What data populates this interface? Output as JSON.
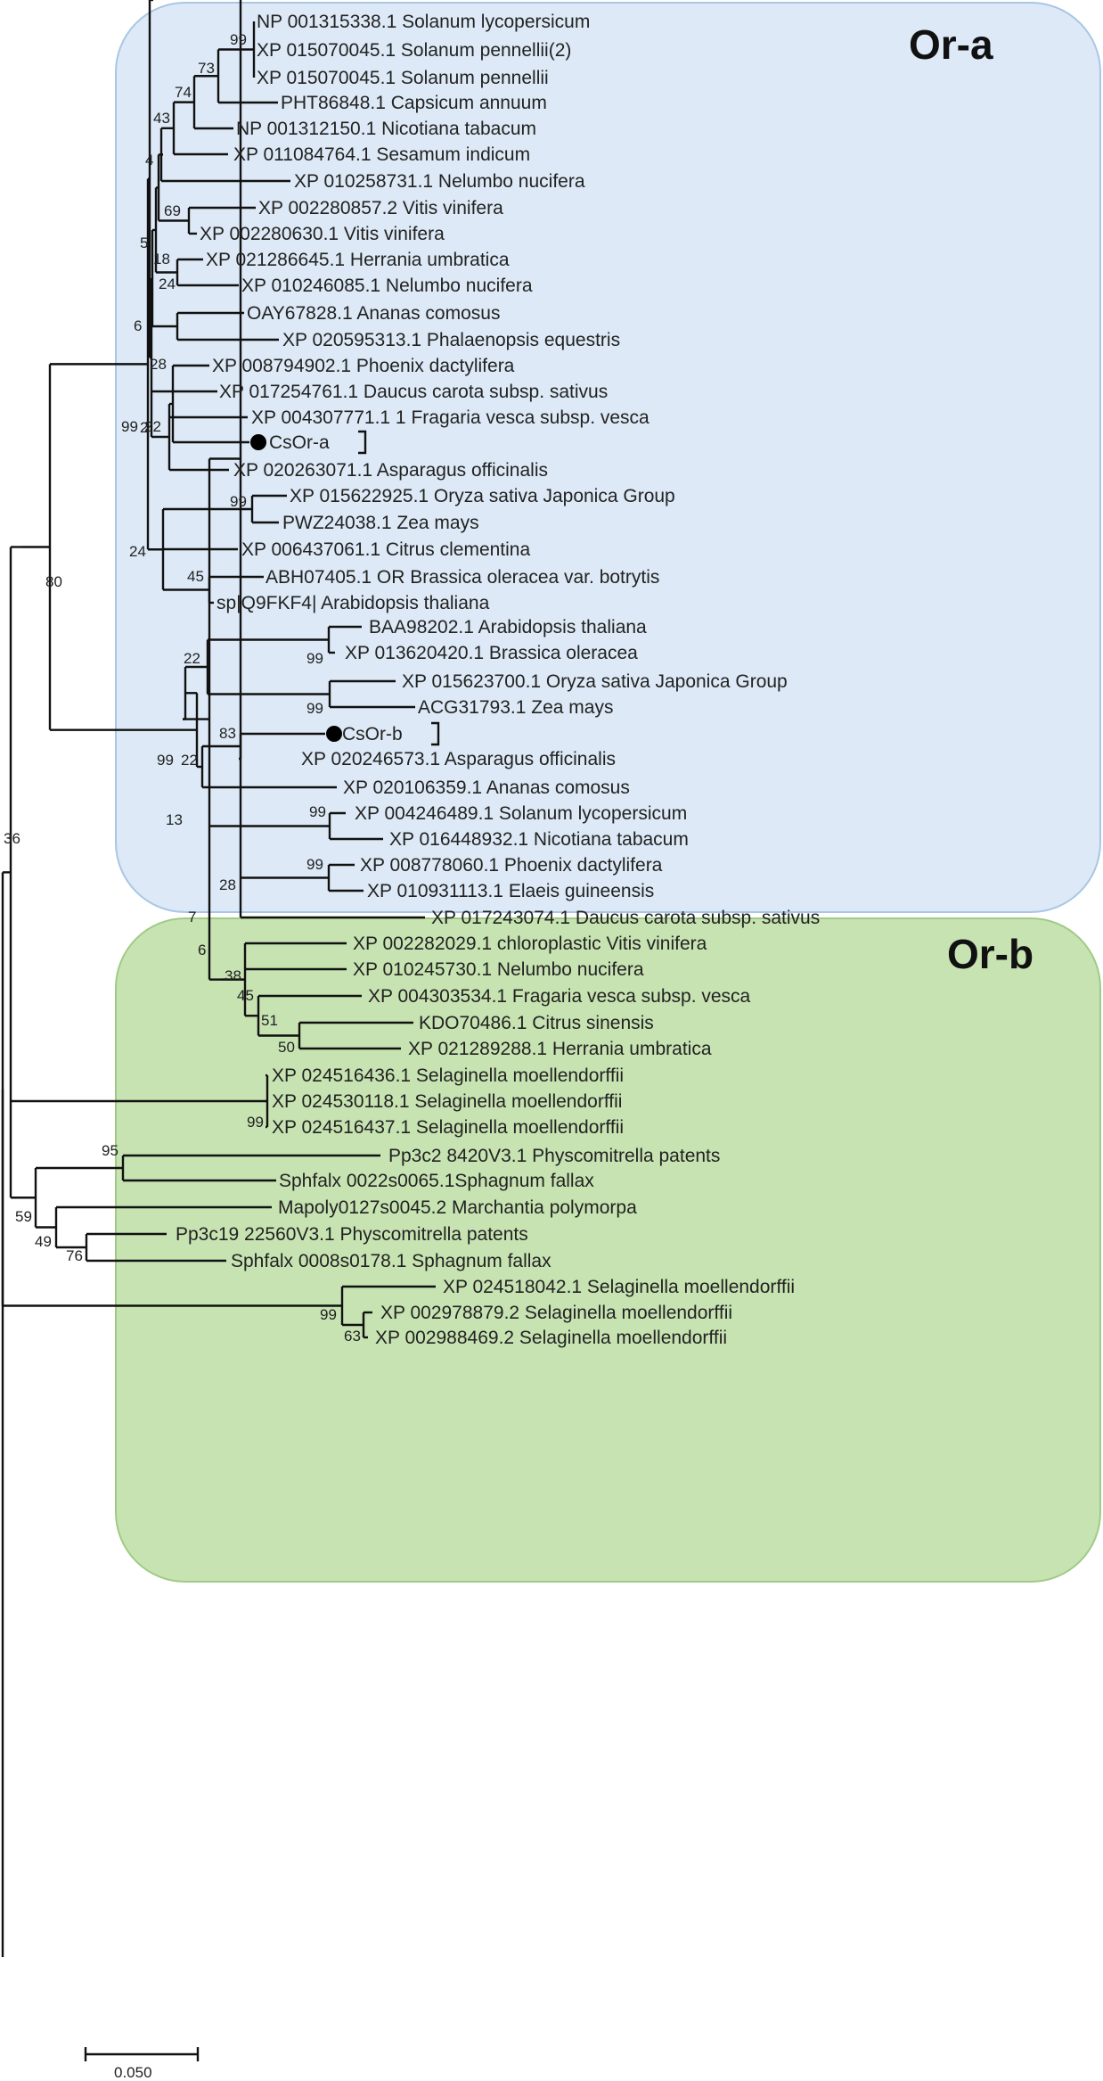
{
  "clades": {
    "or_a": {
      "label": "Or-a",
      "fill": "#dde9f6",
      "stroke": "#a9c6e4"
    },
    "or_b": {
      "label": "Or-b",
      "fill": "#c7e3b2",
      "stroke": "#9fcb86"
    }
  },
  "scale_bar": {
    "label": "0.050"
  },
  "nodes": [
    {
      "id": "L1",
      "label": "NP 001315338.1 Solanum lycopersicum"
    },
    {
      "id": "L2",
      "label": "XP 015070045.1 Solanum pennellii(2)"
    },
    {
      "id": "L3",
      "label": "XP 015070045.1 Solanum pennellii"
    },
    {
      "id": "L4",
      "label": "PHT86848.1 Capsicum annuum"
    },
    {
      "id": "L5",
      "label": "NP 001312150.1 Nicotiana tabacum"
    },
    {
      "id": "L6",
      "label": "XP 011084764.1 Sesamum indicum"
    },
    {
      "id": "L7",
      "label": "XP 010258731.1 Nelumbo nucifera"
    },
    {
      "id": "L8",
      "label": "XP 002280857.2 Vitis vinifera"
    },
    {
      "id": "L9",
      "label": "XP 002280630.1 Vitis vinifera"
    },
    {
      "id": "L10",
      "label": "XP 021286645.1 Herrania umbratica"
    },
    {
      "id": "L11",
      "label": "XP 010246085.1 Nelumbo nucifera"
    },
    {
      "id": "L12",
      "label": "OAY67828.1 Ananas comosus"
    },
    {
      "id": "L13",
      "label": "XP 020595313.1 Phalaenopsis equestris"
    },
    {
      "id": "L14",
      "label": "XP 008794902.1 Phoenix dactylifera"
    },
    {
      "id": "L15",
      "label": "XP 017254761.1 Daucus carota subsp. sativus"
    },
    {
      "id": "L16",
      "label": "XP 004307771.1 1 Fragaria vesca subsp. vesca"
    },
    {
      "id": "L17",
      "label": "CsOr-a",
      "marker": true
    },
    {
      "id": "L18",
      "label": "XP 020263071.1 Asparagus officinalis"
    },
    {
      "id": "L19",
      "label": "XP 015622925.1 Oryza sativa Japonica Group"
    },
    {
      "id": "L20",
      "label": "PWZ24038.1 Zea mays"
    },
    {
      "id": "L21",
      "label": "XP 006437061.1 Citrus clementina"
    },
    {
      "id": "L22",
      "label": "ABH07405.1 OR Brassica oleracea var. botrytis"
    },
    {
      "id": "L23",
      "label": "sp|Q9FKF4| Arabidopsis thaliana"
    },
    {
      "id": "L24",
      "label": "BAA98202.1 Arabidopsis thaliana"
    },
    {
      "id": "L25",
      "label": "XP 013620420.1 Brassica oleracea"
    },
    {
      "id": "L26",
      "label": "XP 015623700.1 Oryza sativa Japonica Group"
    },
    {
      "id": "L27",
      "label": "ACG31793.1 Zea mays"
    },
    {
      "id": "L28",
      "label": "CsOr-b",
      "marker": true
    },
    {
      "id": "L29",
      "label": "XP 020246573.1 Asparagus officinalis"
    },
    {
      "id": "L30",
      "label": "XP 020106359.1 Ananas comosus"
    },
    {
      "id": "L31",
      "label": "XP 004246489.1 Solanum lycopersicum"
    },
    {
      "id": "L32",
      "label": "XP 016448932.1 Nicotiana tabacum"
    },
    {
      "id": "L33",
      "label": "XP 008778060.1 Phoenix dactylifera"
    },
    {
      "id": "L34",
      "label": "XP 010931113.1 Elaeis guineensis"
    },
    {
      "id": "L35",
      "label": "XP 017243074.1 Daucus carota subsp. sativus"
    },
    {
      "id": "L36",
      "label": "XP 002282029.1 chloroplastic Vitis vinifera"
    },
    {
      "id": "L37",
      "label": "XP 010245730.1 Nelumbo nucifera"
    },
    {
      "id": "L38",
      "label": "XP 004303534.1 Fragaria vesca subsp. vesca"
    },
    {
      "id": "L39",
      "label": "KDO70486.1 Citrus sinensis"
    },
    {
      "id": "L40",
      "label": "XP 021289288.1 Herrania umbratica"
    },
    {
      "id": "L41",
      "label": "XP 024516436.1 Selaginella moellendorffii"
    },
    {
      "id": "L42",
      "label": "XP 024530118.1 Selaginella moellendorffii"
    },
    {
      "id": "L43",
      "label": "XP 024516437.1 Selaginella moellendorffii"
    },
    {
      "id": "L44",
      "label": "Pp3c2 8420V3.1 Physcomitrella patents"
    },
    {
      "id": "L45",
      "label": "Sphfalx 0022s0065.1Sphagnum fallax"
    },
    {
      "id": "L46",
      "label": "Mapoly0127s0045.2 Marchantia polymorpa"
    },
    {
      "id": "L47",
      "label": "Pp3c19 22560V3.1 Physcomitrella patents"
    },
    {
      "id": "L48",
      "label": "Sphfalx 0008s0178.1 Sphagnum fallax"
    },
    {
      "id": "L49",
      "label": "XP 024518042.1 Selaginella moellendorffii"
    },
    {
      "id": "L50",
      "label": "XP 002978879.2 Selaginella moellendorffii"
    },
    {
      "id": "L51",
      "label": "XP 002988469.2 Selaginella moellendorffii"
    },
    {
      "id": "N1",
      "parent": "N2",
      "support": "99"
    },
    {
      "id": "N2",
      "parent": "N3",
      "support": "73"
    },
    {
      "id": "N3",
      "parent": "N4",
      "support": "74"
    },
    {
      "id": "N4",
      "parent": "N5",
      "support": "43"
    },
    {
      "id": "N5",
      "parent": "N6",
      "support": "4"
    },
    {
      "id": "N6",
      "parent": "N8",
      "support": ""
    },
    {
      "id": "N7",
      "parent": "N8",
      "support": "69"
    },
    {
      "id": "N8",
      "parent": "N11",
      "support": "5"
    },
    {
      "id": "N9",
      "parent": "N10",
      "support": "24"
    },
    {
      "id": "N10",
      "parent": "N11",
      "support": "18"
    },
    {
      "id": "N11",
      "parent": "N13",
      "support": ""
    },
    {
      "id": "N12",
      "parent": "N13",
      "support": ""
    },
    {
      "id": "N13",
      "parent": "N14",
      "support": "6"
    },
    {
      "id": "N14",
      "parent": "N17",
      "support": ""
    },
    {
      "id": "N15",
      "parent": "N16",
      "support": "28"
    },
    {
      "id": "N16",
      "parent": "N17",
      "support": "22"
    },
    {
      "id": "N17",
      "parent": "N18",
      "support": "2"
    },
    {
      "id": "N18",
      "parent": "N21",
      "support": ""
    },
    {
      "id": "N19",
      "parent": "N21",
      "support": "99"
    },
    {
      "id": "N20",
      "parent": "N21",
      "support": "45"
    },
    {
      "id": "N21",
      "parent": "N22",
      "support": "24"
    },
    {
      "id": "N22",
      "parent": "N23",
      "support": "99"
    },
    {
      "id": "N23",
      "parent": "N31",
      "support": "80"
    },
    {
      "id": "N24",
      "parent": "N26",
      "support": "99"
    },
    {
      "id": "N25",
      "parent": "N26",
      "support": "99"
    },
    {
      "id": "N26",
      "parent": "N30",
      "support": "22"
    },
    {
      "id": "N27",
      "parent": "N28",
      "support": "83"
    },
    {
      "id": "N28",
      "parent": "N29",
      "support": "22"
    },
    {
      "id": "N29",
      "parent": "N30",
      "support": "99"
    },
    {
      "id": "N30",
      "parent": "N39",
      "support": "13"
    },
    {
      "id": "N31",
      "parent": "N38",
      "support": "36"
    },
    {
      "id": "N32",
      "parent": "N38",
      "support": "99"
    },
    {
      "id": "N33",
      "parent": "N41",
      "support": "95"
    },
    {
      "id": "N34",
      "parent": "N35",
      "support": "76"
    },
    {
      "id": "N35",
      "parent": "N41",
      "support": "49"
    },
    {
      "id": "N36",
      "parent": "N37",
      "support": "63"
    },
    {
      "id": "N37",
      "parent": "N42",
      "support": "99"
    },
    {
      "id": "N38",
      "parent": "N42",
      "support": ""
    },
    {
      "id": "N39",
      "parent": "N23",
      "support": ""
    },
    {
      "id": "N40",
      "parent": "N39",
      "support": "7"
    },
    {
      "id": "N41",
      "parent": "N38",
      "support": "59"
    },
    {
      "id": "N42",
      "support": ""
    },
    {
      "id": "N43",
      "parent": "N40",
      "support": "99"
    },
    {
      "id": "N44",
      "parent": "N46",
      "support": "99"
    },
    {
      "id": "N45",
      "parent": "N46",
      "support": ""
    },
    {
      "id": "N46",
      "parent": "N40",
      "support": "28"
    },
    {
      "id": "N47",
      "parent": "N48",
      "support": "50"
    },
    {
      "id": "N48",
      "parent": "N49",
      "support": "51"
    },
    {
      "id": "N49",
      "parent": "N50",
      "support": "45"
    },
    {
      "id": "N50",
      "parent": "N51",
      "support": "38"
    },
    {
      "id": "N51",
      "parent": "N40",
      "support": "6"
    }
  ]
}
